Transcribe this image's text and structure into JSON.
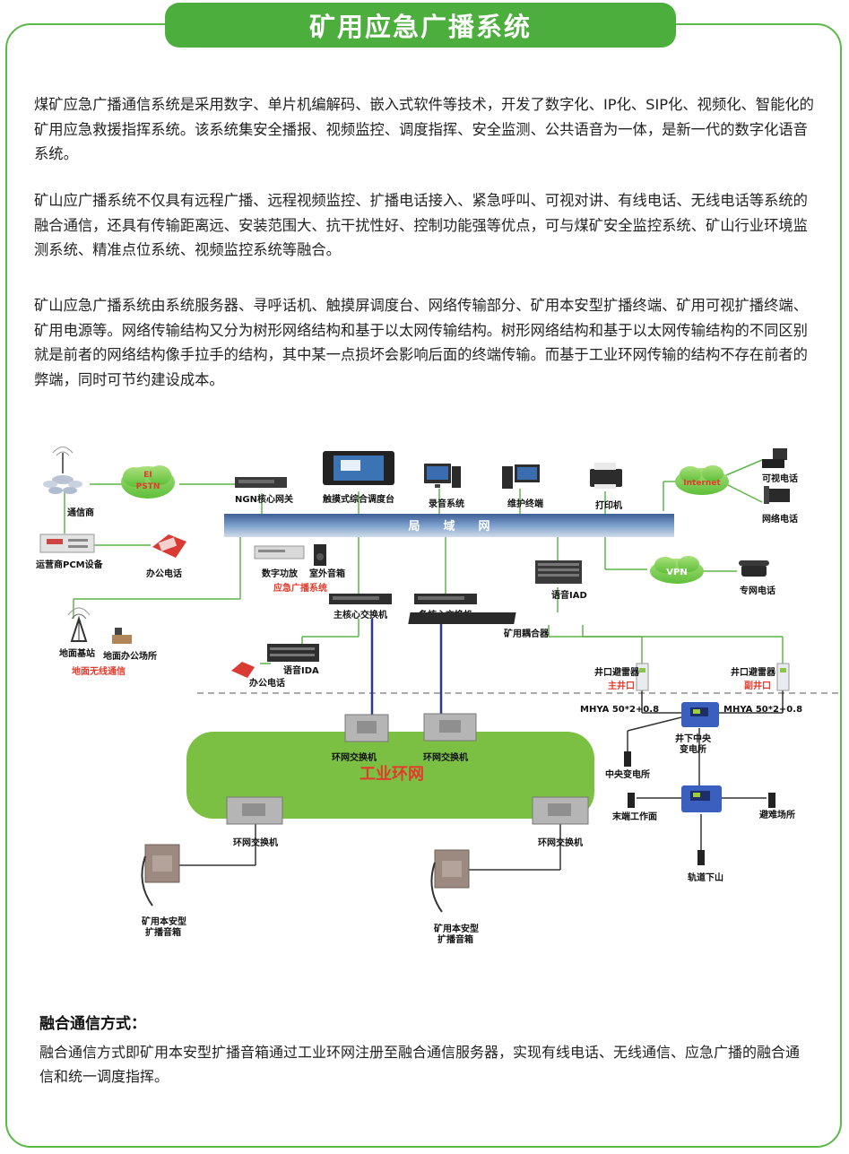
{
  "title": "矿用应急广播系统",
  "paragraphs": [
    "煤矿应急广播通信系统是采用数字、单片机编解码、嵌入式软件等技术，开发了数字化、IP化、SIP化、视频化、智能化的矿用应急救援指挥系统。该系统集安全播报、视频监控、调度指挥、安全监测、公共语音为一体，是新一代的数字化语音系统。",
    "矿山应广播系统不仅具有远程广播、远程视频监控、扩播电话接入、紧急呼叫、可视对讲、有线电话、无线电话等系统的融合通信，还具有传输距离远、安装范围大、抗干扰性好、控制功能强等优点，可与煤矿安全监控系统、矿山行业环境监测系统、精准点位系统、视频监控系统等融合。",
    "矿山应急广播系统由系统服务器、寻呼话机、触摸屏调度台、网络传输部分、矿用本安型扩播终端、矿用可视扩播终端、矿用电源等。网络传输结构又分为树形网络结构和基于以太网传输结构。树形网络结构和基于以太网传输结构的不同区别就是前者的网络结构像手拉手的结构，其中某一点损坏会影响后面的终端传输。而基于工业环网传输的结构不存在前者的弊端，同时可节约建设成本。"
  ],
  "diagram": {
    "lan": "局　　域　　网",
    "cloud_pstn": [
      "EI",
      "PSTN"
    ],
    "cloud_internet": "Internet",
    "cloud_vpn": "VPN",
    "ring_label": "工业环网",
    "labels": {
      "carrier": "通信商",
      "pcm": "运营商PCM设备",
      "office_phone_1": "办公电话",
      "ngn": "NGN核心网关",
      "touch_console": "触摸式综合调度台",
      "recorder": "录音系统",
      "maintenance": "维护终端",
      "printer": "打印机",
      "video_phone": "可视电话",
      "net_phone": "网络电话",
      "dedicated_phone": "专网电话",
      "digital_amp": "数字功放",
      "outdoor_speaker": "室外音箱",
      "emergency_broadcast": "应急广播系统",
      "main_switch": "主核心交换机",
      "backup_switch": "备核心交换机",
      "voice_iad_top": "语音IAD",
      "coupler": "矿用耦合器",
      "base_station": "地面基站",
      "ground_office": "地面办公场所",
      "ground_wireless": "地面无线通信",
      "voice_ida": "语音IDA",
      "office_phone_2": "办公电话",
      "arrester_1": "井口避雷器",
      "arrester_1_sub": "主井口",
      "arrester_2": "井口避雷器",
      "arrester_2_sub": "副井口",
      "cable_1": "MHYA 50*2+0.8",
      "cable_2": "MHYA 50*2+0.8",
      "underground_sub": [
        "井下中央",
        "变电所"
      ],
      "central_sub": "中央变电所",
      "end_face": "末端工作面",
      "refuge": "避难场所",
      "track": "轨道下山",
      "ring_sw_1": "环网交换机",
      "ring_sw_2": "环网交换机",
      "ring_sw_3": "环网交换机",
      "ring_sw_4": "环网交换机",
      "speaker_1": [
        "矿用本安型",
        "扩播音箱"
      ],
      "speaker_2": [
        "矿用本安型",
        "扩播音箱"
      ]
    }
  },
  "section": {
    "title": "融合通信方式：",
    "body": "融合通信方式即矿用本安型扩播音箱通过工业环网注册至融合通信服务器，实现有线电话、无线通信、应急广播的融合通信和统一调度指挥。"
  },
  "colors": {
    "brand_green": "#4cae3c",
    "frame_green": "#5bb947",
    "ring_green": "#7bc043",
    "red_label": "#e23a2c",
    "lan_blue": "#4a6fa5"
  }
}
